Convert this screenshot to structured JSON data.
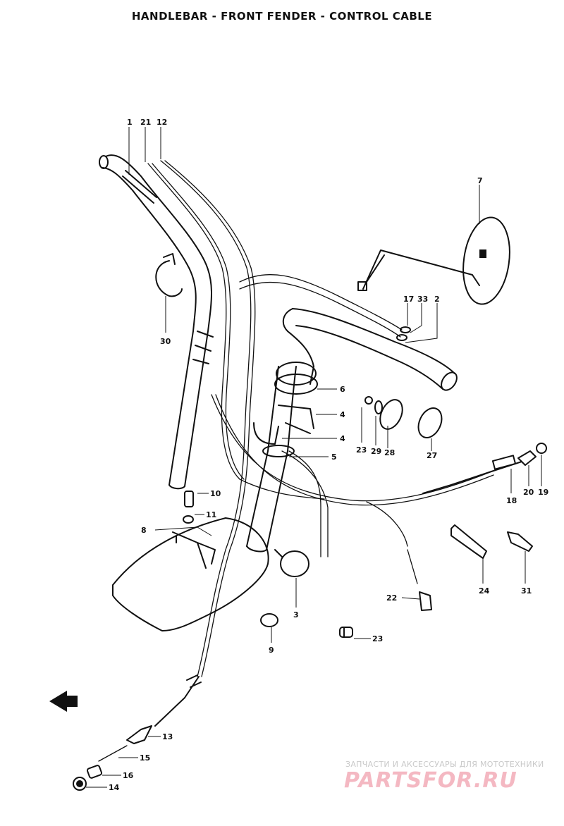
{
  "title": "HANDLEBAR - FRONT FENDER - CONTROL CABLE",
  "watermark": {
    "subtitle": "ЗАПЧАСТИ И АКСЕССУАРЫ ДЛЯ МОТОТЕХНИКИ",
    "logo": "PARTSFOR.RU"
  },
  "callouts": {
    "c1": "1",
    "c21a": "21",
    "c12a": "12",
    "c7": "7",
    "c17": "17",
    "c33": "33",
    "c2": "2",
    "c30": "30",
    "c6": "6",
    "c4a": "4",
    "c4b": "4",
    "c5": "5",
    "c23a": "23",
    "c29": "29",
    "c28": "28",
    "c27": "27",
    "c19": "19",
    "c20": "20",
    "c18": "18",
    "c10": "10",
    "c11": "11",
    "c8": "8",
    "c3": "3",
    "c9": "9",
    "c22": "22",
    "c23b": "23",
    "c24": "24",
    "c31": "31",
    "c13": "13",
    "c15": "15",
    "c16": "16",
    "c14": "14"
  },
  "colors": {
    "ink": "#111111",
    "watermark_red": "#f4b8c2",
    "watermark_grey": "#c9c9c9"
  }
}
